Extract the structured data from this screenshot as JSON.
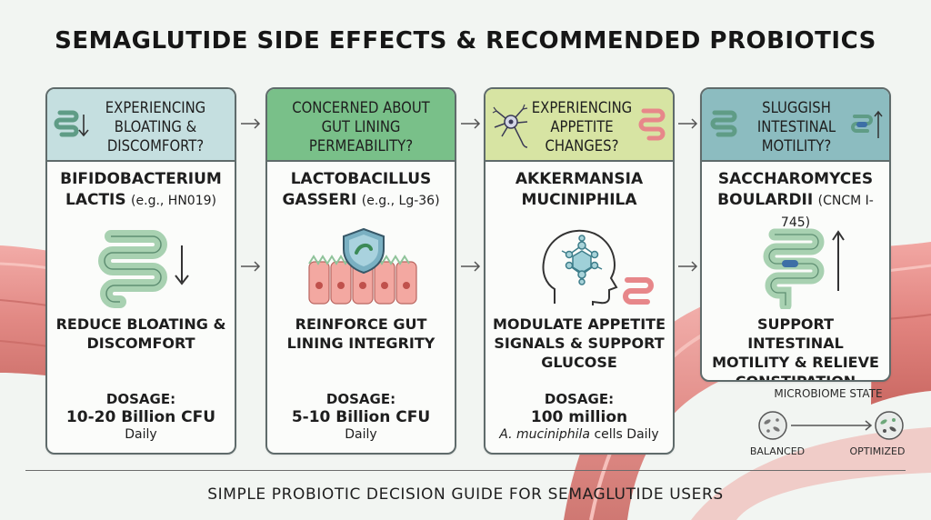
{
  "title": "SEMAGLUTIDE SIDE EFFECTS & RECOMMENDED PROBIOTICS",
  "colors": {
    "card1_header": "#c5dfe0",
    "card2_header": "#79c089",
    "card3_header": "#d7e4a3",
    "card4_header": "#8cbcc0",
    "intestine_red": "#e78a86",
    "icon_green": "#8fc39a"
  },
  "cards": [
    {
      "question": "EXPERIENCING BLOATING & DISCOMFORT?",
      "strain_name": "BIFIDOBACTERIUM LACTIS",
      "strain_example": "(e.g., HN019)",
      "icon": "intestine-down-arrow-icon",
      "illustration": "intestine-down-arrow-icon",
      "benefit": "REDUCE BLOATING & DISCOMFORT",
      "dosage_label": "DOSAGE:",
      "dosage_value": "10-20 Billion CFU",
      "dosage_freq": "Daily"
    },
    {
      "question": "CONCERNED ABOUT GUT LINING PERMEABILITY?",
      "strain_name": "LACTOBACILLUS GASSERI",
      "strain_example": "(e.g., Lg-36)",
      "icon": "none",
      "illustration": "shield-gut-lining-icon",
      "benefit": "REINFORCE GUT LINING INTEGRITY",
      "dosage_label": "DOSAGE:",
      "dosage_value": "5-10 Billion CFU",
      "dosage_freq": "Daily"
    },
    {
      "question": "EXPERIENCING APPETITE CHANGES?",
      "strain_name": "AKKERMANSIA MUCINIPHILA",
      "strain_example": "",
      "icon": "neuron-icon",
      "illustration": "head-brain-molecule-icon",
      "benefit": "MODULATE APPETITE SIGNALS & SUPPORT GLUCOSE",
      "dosage_label": "DOSAGE:",
      "dosage_value": "100 million",
      "dosage_freq_italic": "A. muciniphila",
      "dosage_freq": "cells Daily"
    },
    {
      "question": "SLUGGISH INTESTINAL MOTILITY?",
      "strain_name": "SACCHAROMYCES BOULARDII",
      "strain_example": "(CNCM I-745)",
      "icon": "intestine-icon",
      "illustration": "intestine-up-arrow-icon",
      "benefit": "SUPPORT INTESTINAL MOTILITY & RELIEVE CONSTIPATION",
      "dosage_label": "",
      "dosage_value": "",
      "dosage_freq": ""
    }
  ],
  "microbiome": {
    "label": "MICROBIOME STATE",
    "start": "BALANCED",
    "end": "OPTIMIZED",
    "start_icon": "bacteria-petri-icon",
    "end_icon": "bacteria-petri-icon"
  },
  "footer": "SIMPLE PROBIOTIC DECISION GUIDE FOR SEMAGLUTIDE USERS"
}
